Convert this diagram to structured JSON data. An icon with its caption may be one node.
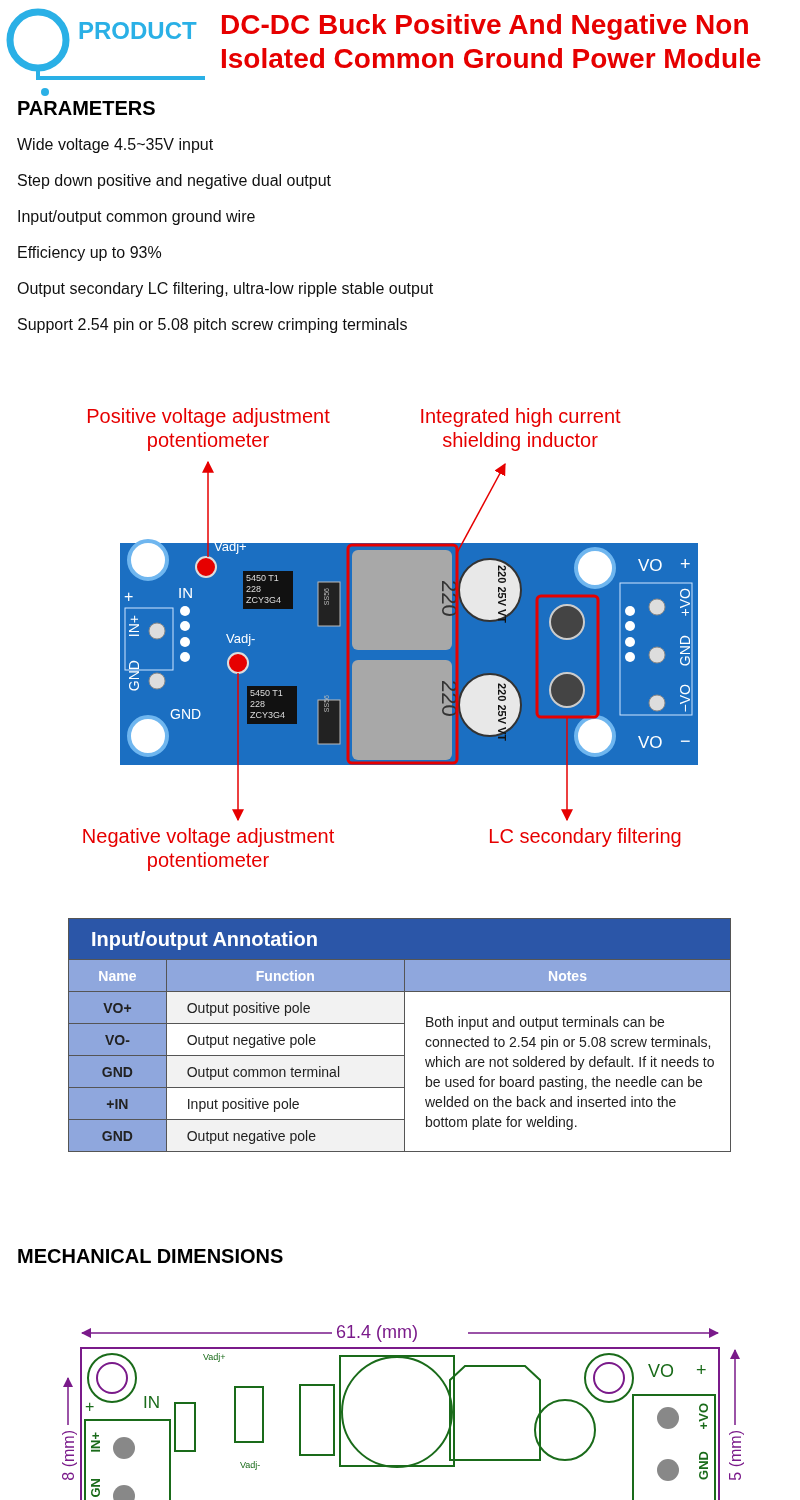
{
  "diagram": {
    "title": "DC-DC Buck Positive And Negative Non Isolated Common Ground Power Module",
    "nodes": [
      {
        "text": [
          "Positive voltage adjustment potentiometer"
        ]
      },
      {
        "text": [
          "Integrated high current shielding inductor"
        ]
      },
      {
        "text": [],
        "shape": "circle"
      },
      {
        "text": [],
        "shape": "box"
      },
      {
        "text": [],
        "shape": "box"
      },
      {
        "text": [],
        "shape": "circle"
      },
      {
        "text": [
          "Negative voltage adjustment potentiometer"
        ]
      },
      {
        "text": [
          "LC secondary filtering"
        ]
      }
    ],
    "edges": [
      {
        "from": 2,
        "to": 0,
        "arrow": "to"
      },
      {
        "from": 3,
        "to": 1,
        "arrow": "to"
      },
      {
        "from": 5,
        "to": 6,
        "arrow": "to"
      },
      {
        "from": 4,
        "to": 7,
        "arrow": "to"
      }
    ],
    "labels": [
      "PRODUCT",
      "PARAMETERS",
      "Wide voltage 4.5~35V input",
      "Step down positive and negative dual output",
      "Input/output common ground wire",
      "Efficiency up to 93%",
      "Output secondary LC filtering, ultra-low ripple stable output",
      "Support 2.54 pin or 5.08 pitch screw crimping terminals",
      "Vadj+",
      "+",
      "IN",
      "IN+",
      "GND",
      "Vadj-",
      "GND",
      "VO",
      "+",
      "+VO",
      "GND",
      "−VO",
      "VO",
      "−",
      "5450 T1 228 ZCY3G4",
      "SS56",
      "220",
      "220 25V VT",
      "5450 T1 228 ZCY3G4",
      "SS56",
      "220",
      "220 25V VT",
      "Input/output Annotation",
      "Name",
      "Function",
      "Notes",
      "VO+",
      "Output positive pole",
      "Both input and output terminals can be connected to 2.54 pin or 5.08 screw terminals, which are not soldered by default. If it needs to be used for board pasting, the needle can be welded on the back and inserted into the bottom plate for welding.",
      "VO-",
      "Output negative pole",
      "GND",
      "Output common terminal",
      "+IN",
      "Input positive pole",
      "GND",
      "Output negative pole",
      "MECHANICAL DIMENSIONS",
      "61.4 (mm)",
      "8 (mm)",
      "Vadj+",
      "+",
      "IN",
      "IN+",
      "GN",
      "Vadj-",
      "VO",
      "+",
      "+VO",
      "GND",
      "5 (mm)"
    ]
  }
}
